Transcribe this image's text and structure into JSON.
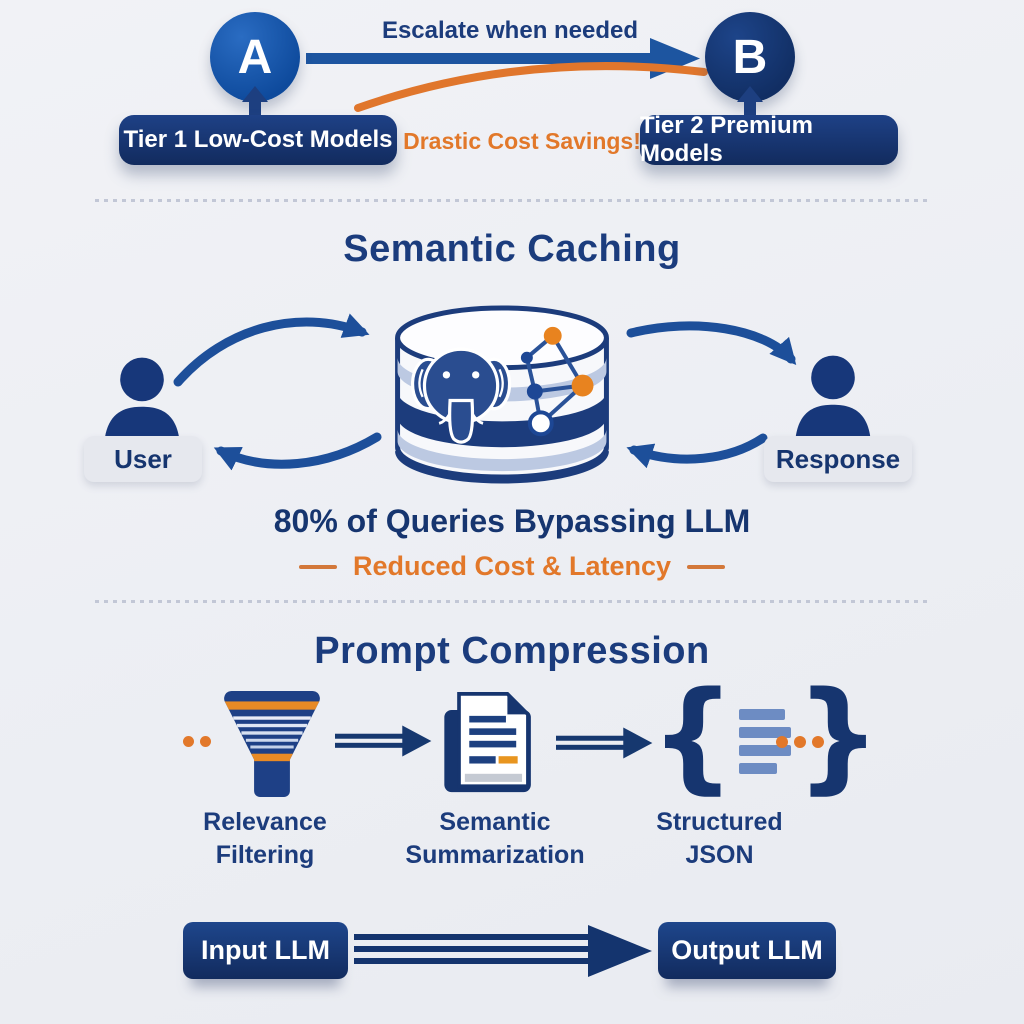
{
  "tiering": {
    "node_a_label": "A",
    "node_b_label": "B",
    "escalate_label": "Escalate when needed",
    "tier1_label": "Tier 1 Low-Cost Models",
    "tier2_label": "Tier 2 Premium Models",
    "savings_label": "Drastic Cost Savings!"
  },
  "caching": {
    "title": "Semantic Caching",
    "user_label": "User",
    "response_label": "Response",
    "stat_label": "80% of Queries Bypassing LLM",
    "benefit_label": "Reduced Cost & Latency"
  },
  "compression": {
    "title": "Prompt Compression",
    "steps": [
      {
        "line1": "Relevance",
        "line2": "Filtering"
      },
      {
        "line1": "Semantic",
        "line2": "Summarization"
      },
      {
        "line1": "Structured",
        "line2": "JSON"
      }
    ],
    "brace_open": "{",
    "brace_close": "}",
    "input_label": "Input LLM",
    "output_label": "Output LLM"
  },
  "colors": {
    "navy": "#16356f",
    "arrow_blue": "#1d4f9a",
    "orange": "#e2782a",
    "light_band": "#bcc9e2",
    "background": "#edeff4"
  }
}
